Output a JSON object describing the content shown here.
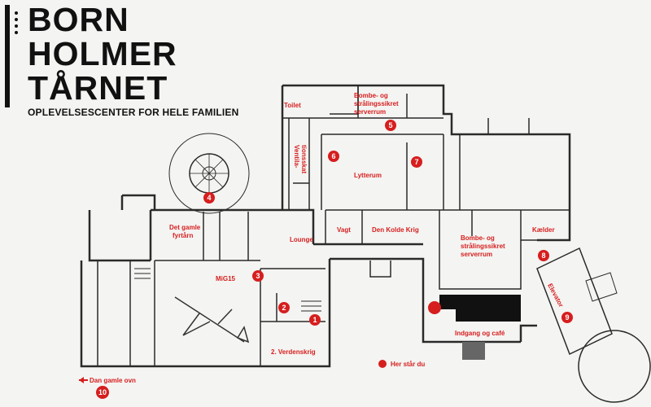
{
  "brand": {
    "line1": "BORN",
    "line2": "HOLMER",
    "line3": "TÅRNET",
    "subtitle": "OPLEVELSESCENTER FOR HELE FAMILIEN"
  },
  "colors": {
    "accent": "#d61e1e",
    "walls": "#2a2a2a",
    "paper": "#f4f4f2"
  },
  "labels": {
    "toilet": "Toilet",
    "shelter_top_1": "Bombe- og",
    "shelter_top_2": "strålingssikret",
    "shelter_top_3": "serverrum",
    "ventilation_1": "Ventila-",
    "ventilation_2": "tionsskat",
    "lytterum": "Lytterum",
    "old_lighthouse_1": "Det gamle",
    "old_lighthouse_2": "fyrtårn",
    "lounge": "Lounge",
    "vagt": "Vagt",
    "cold_war": "Den Kolde Krig",
    "shelter_mid_1": "Bombe- og",
    "shelter_mid_2": "strålingssikret",
    "shelter_mid_3": "serverrum",
    "cellar": "Kælder",
    "mig15": "MiG15",
    "ww2": "2. Verdenskrig",
    "entrance_cafe": "Indgang og café",
    "elevator": "Elevator",
    "you_are_here": "Her står du",
    "old_oven": "Dan gamle ovn"
  },
  "markers": [
    "1",
    "2",
    "3",
    "4",
    "5",
    "6",
    "7",
    "8",
    "9",
    "10"
  ]
}
